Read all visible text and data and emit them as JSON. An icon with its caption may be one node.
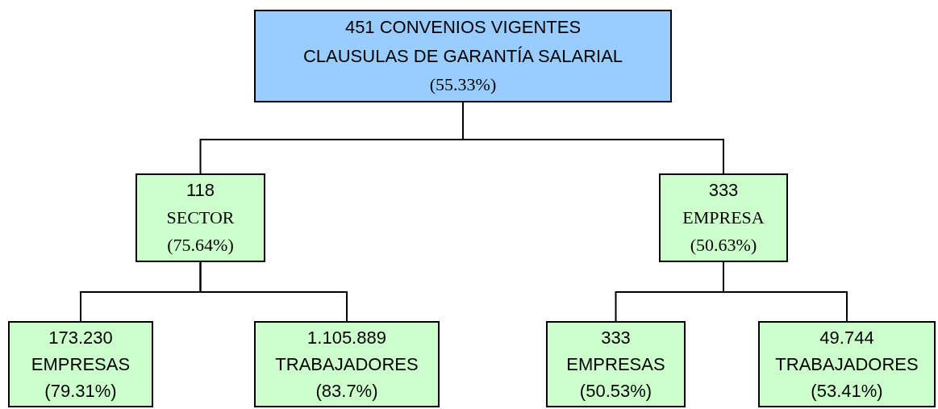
{
  "diagram": {
    "nodes": [
      {
        "text": [
          "451 CONVENIOS VIGENTES",
          "CLAUSULAS DE GARANTÍA SALARIAL",
          "(55.33%)"
        ]
      },
      {
        "text": [
          "118",
          "SECTOR",
          "(75.64%)"
        ]
      },
      {
        "text": [
          "333",
          "EMPRESA",
          "(50.63%)"
        ]
      },
      {
        "text": [
          "173.230",
          "EMPRESAS",
          "(79.31%)"
        ]
      },
      {
        "text": [
          "1.105.889",
          "TRABAJADORES",
          "(83.7%)"
        ]
      },
      {
        "text": [
          "333",
          "EMPRESAS",
          "(50.53%)"
        ]
      },
      {
        "text": [
          "49.744",
          "TRABAJADORES",
          "(53.41%)"
        ]
      }
    ],
    "edges": [
      {
        "from": 0,
        "to": 1,
        "arrow": "none"
      },
      {
        "from": 0,
        "to": 2,
        "arrow": "none"
      },
      {
        "from": 1,
        "to": 3,
        "arrow": "none"
      },
      {
        "from": 1,
        "to": 4,
        "arrow": "none"
      },
      {
        "from": 2,
        "to": 5,
        "arrow": "none"
      },
      {
        "from": 2,
        "to": 6,
        "arrow": "none"
      }
    ]
  }
}
